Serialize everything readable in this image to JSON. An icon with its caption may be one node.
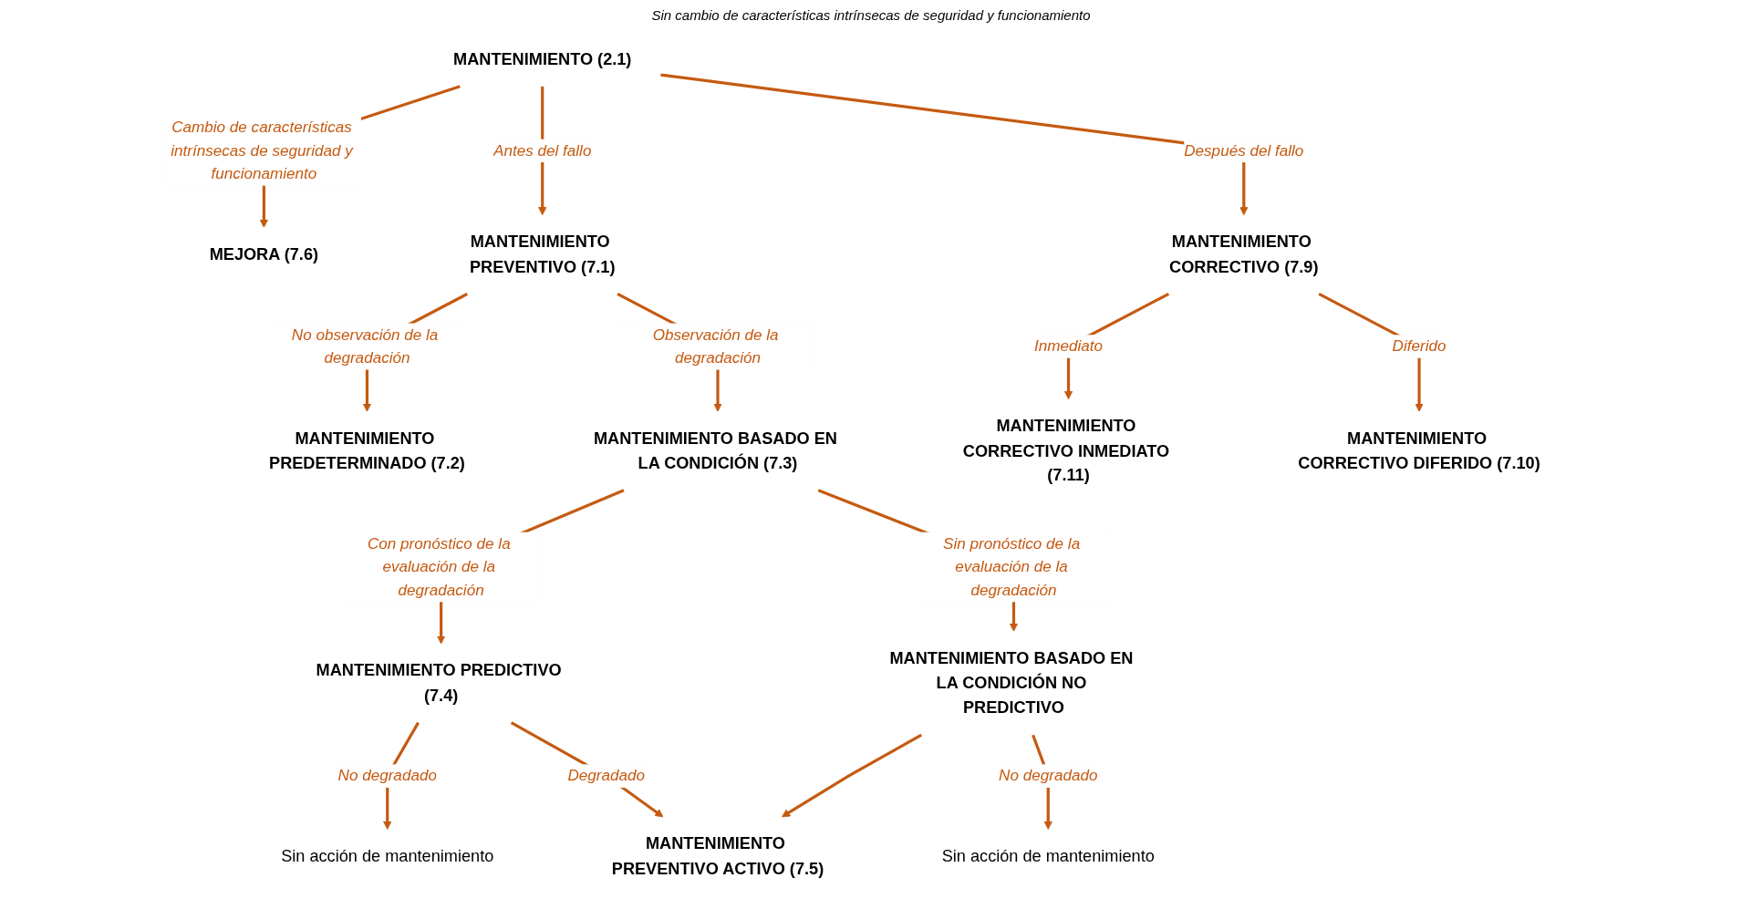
{
  "diagram": {
    "nodes": [
      {
        "text": [
          "MANTENIMIENTO (2.1)"
        ]
      },
      {
        "text": [
          "MEJORA (7.6)"
        ]
      },
      {
        "text": [
          "MANTENIMIENTO PREVENTIVO (7.1)"
        ]
      },
      {
        "text": [
          "MANTENIMIENTO CORRECTIVO (7.9)"
        ]
      },
      {
        "text": [
          "MANTENIMIENTO PREDETERMINADO (7.2)"
        ]
      },
      {
        "text": [
          "MANTENIMIENTO BASADO EN LA CONDICIÓN (7.3)"
        ]
      },
      {
        "text": [
          "MANTENIMIENTO CORRECTIVO INMEDIATO (7.11)"
        ]
      },
      {
        "text": [
          "MANTENIMIENTO CORRECTIVO DIFERIDO (7.10)"
        ]
      },
      {
        "text": [
          "MANTENIMIENTO PREDICTIVO (7.4)"
        ]
      },
      {
        "text": [
          "MANTENIMIENTO BASADO EN LA CONDICIÓN NO PREDICTIVO"
        ]
      },
      {
        "text": [
          "Sin acción de mantenimiento"
        ]
      },
      {
        "text": [
          "MANTENIMIENTO PREVENTIVO ACTIVO (7.5)"
        ]
      },
      {
        "text": [
          "Sin acción de mantenimiento"
        ]
      }
    ],
    "edges": [
      {
        "from": 0,
        "to": 1,
        "arrow": "to",
        "label": "Cambio de características intrínsecas de seguridad y funcionamiento"
      },
      {
        "from": 0,
        "to": 2,
        "arrow": "to",
        "label": "Antes del fallo"
      },
      {
        "from": 0,
        "to": 3,
        "arrow": "to",
        "label": "Después del fallo"
      },
      {
        "from": 2,
        "to": 4,
        "arrow": "to",
        "label": "No observación de la degradación"
      },
      {
        "from": 2,
        "to": 5,
        "arrow": "to",
        "label": "Observación de la degradación"
      },
      {
        "from": 3,
        "to": 6,
        "arrow": "to",
        "label": "Inmediato"
      },
      {
        "from": 3,
        "to": 7,
        "arrow": "to",
        "label": "Diferido"
      },
      {
        "from": 5,
        "to": 8,
        "arrow": "to",
        "label": "Con pronóstico de la evaluación de la degradación"
      },
      {
        "from": 5,
        "to": 9,
        "arrow": "to",
        "label": "Sin pronóstico de la evaluación de la degradación"
      },
      {
        "from": 8,
        "to": 10,
        "arrow": "to",
        "label": "No degradado"
      },
      {
        "from": 8,
        "to": 11,
        "arrow": "to",
        "label": "Degradado"
      },
      {
        "from": 9,
        "to": 11,
        "arrow": "to"
      },
      {
        "from": 9,
        "to": 12,
        "arrow": "to",
        "label": "No degradado"
      }
    ],
    "labels": [
      "Sin cambio de características intrínsecas de seguridad y funcionamiento"
    ]
  }
}
